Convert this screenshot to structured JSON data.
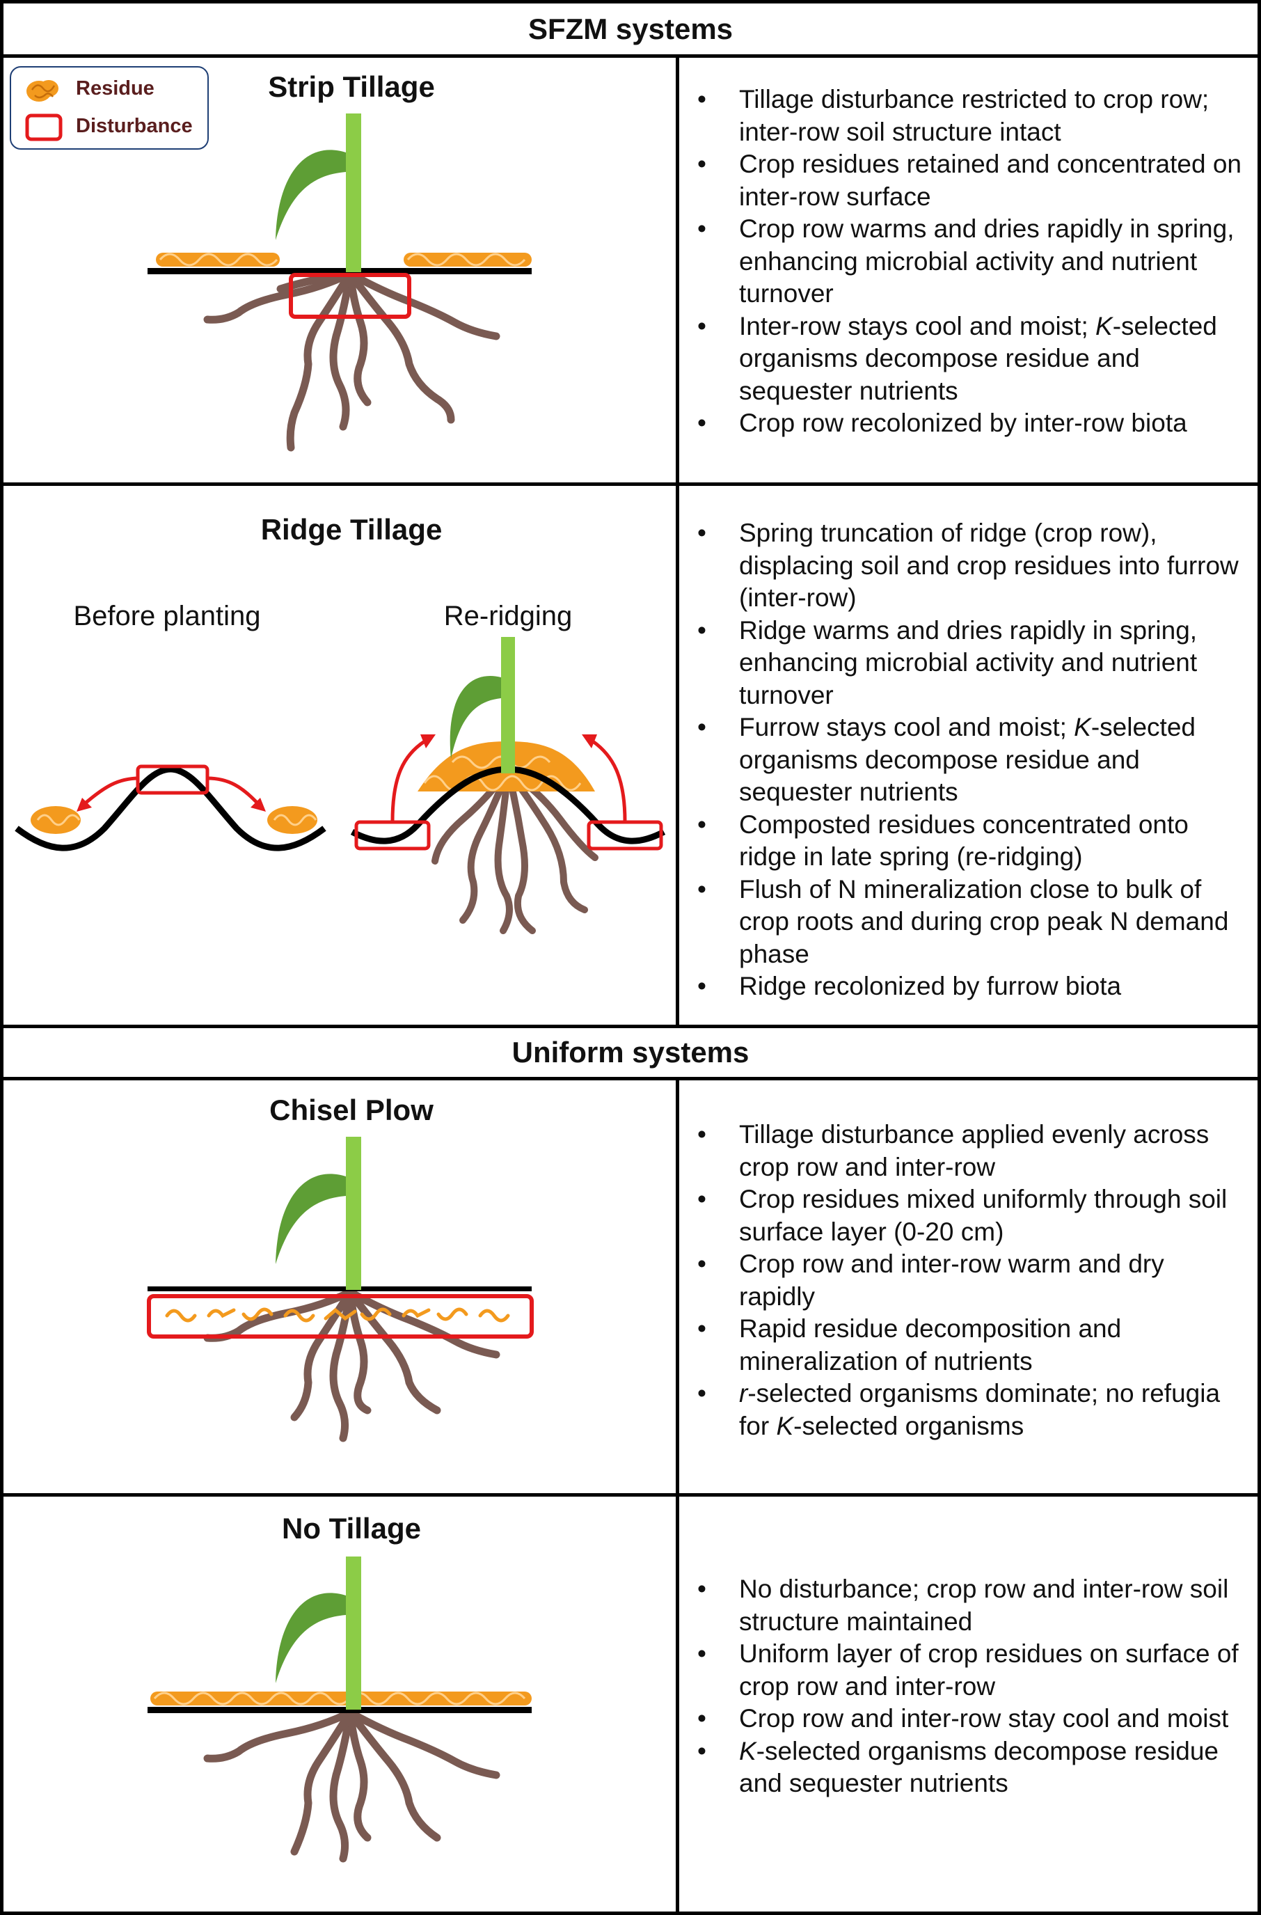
{
  "sections": {
    "sfzm": {
      "title": "SFZM systems"
    },
    "uniform": {
      "title": "Uniform systems"
    }
  },
  "legend": {
    "residue_label": "Residue",
    "disturbance_label": "Disturbance"
  },
  "panels": {
    "strip_tillage": {
      "title": "Strip Tillage",
      "bullets": [
        [
          "Tillage disturbance restricted to crop row; inter-row soil structure intact"
        ],
        [
          "Crop residues retained and concentrated on inter-row surface"
        ],
        [
          "Crop row warms and dries rapidly in spring, enhancing microbial activity and nutrient turnover"
        ],
        [
          "Inter-row stays cool and moist; ",
          "K",
          "-selected organisms decompose residue and sequester nutrients"
        ],
        [
          "Crop row recolonized by inter-row biota"
        ]
      ]
    },
    "ridge_tillage": {
      "title": "Ridge Tillage",
      "before_label": "Before planting",
      "reridging_label": "Re-ridging",
      "bullets": [
        [
          "Spring truncation of ridge (crop row), displacing soil and crop residues into furrow (inter-row)"
        ],
        [
          "Ridge warms and dries rapidly in spring, enhancing microbial activity and nutrient turnover"
        ],
        [
          "Furrow stays cool and moist; ",
          "K",
          "-selected organisms decompose residue and sequester nutrients"
        ],
        [
          "Composted residues concentrated onto ridge in late spring (re-ridging)"
        ],
        [
          "Flush of N mineralization close to bulk of crop roots and during crop peak N demand phase"
        ],
        [
          "Ridge recolonized by furrow biota"
        ]
      ]
    },
    "chisel_plow": {
      "title": "Chisel Plow",
      "bullets": [
        [
          "Tillage disturbance applied evenly across crop row and inter-row"
        ],
        [
          "Crop residues mixed uniformly through soil surface layer (0-20 cm)"
        ],
        [
          "Crop row and inter-row warm and dry rapidly"
        ],
        [
          "Rapid residue decomposition and mineralization of nutrients"
        ],
        [
          "",
          "r",
          "-selected organisms dominate; no refugia for ",
          "K",
          "-selected organisms"
        ]
      ]
    },
    "no_tillage": {
      "title": "No Tillage",
      "bullets": [
        [
          "No disturbance; crop row and inter-row soil structure maintained"
        ],
        [
          "Uniform layer of crop residues on surface of crop row and inter-row"
        ],
        [
          "Crop row and inter-row stay cool and moist"
        ],
        [
          "",
          "K",
          "-selected organisms decompose residue and sequester nutrients"
        ]
      ]
    }
  },
  "colors": {
    "residue": "#f39a1e",
    "disturbance": "#e41a1c",
    "stem": "#8ccc47",
    "leaf": "#5e9e35",
    "root": "#7a5a52",
    "soil_line": "#000000",
    "legend_border": "#1f3f75",
    "legend_text": "#5a1e1e"
  }
}
